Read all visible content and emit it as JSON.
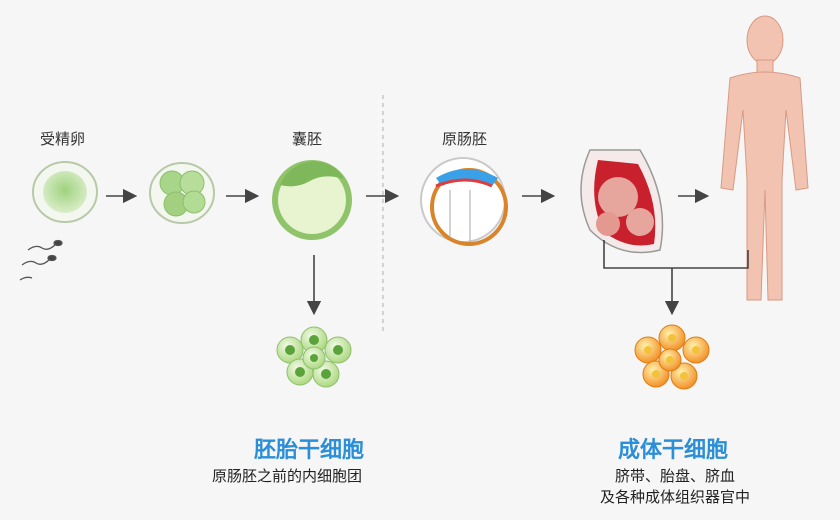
{
  "stages": [
    {
      "label": "受精卵"
    },
    {
      "label": ""
    },
    {
      "label": "囊胚"
    },
    {
      "label": "原肠胚"
    },
    {
      "label": ""
    },
    {
      "label": ""
    }
  ],
  "embryonic": {
    "title": "胚胎干细胞",
    "desc": "原肠胚之前的内细胞团",
    "color": "#2a8fd8"
  },
  "adult": {
    "title": "成体干细胞",
    "desc_line1": "脐带、胎盘、脐血",
    "desc_line2": "及各种成体组织器官中",
    "color": "#2a8fd8"
  },
  "colors": {
    "zygote": "#cfe8b8",
    "blastocyst": "#e3f2c6",
    "embryonic_cells": "#b9e08f",
    "adult_cells": "#f4a23a",
    "body": "#f2c3b0",
    "arrow": "#444444"
  }
}
